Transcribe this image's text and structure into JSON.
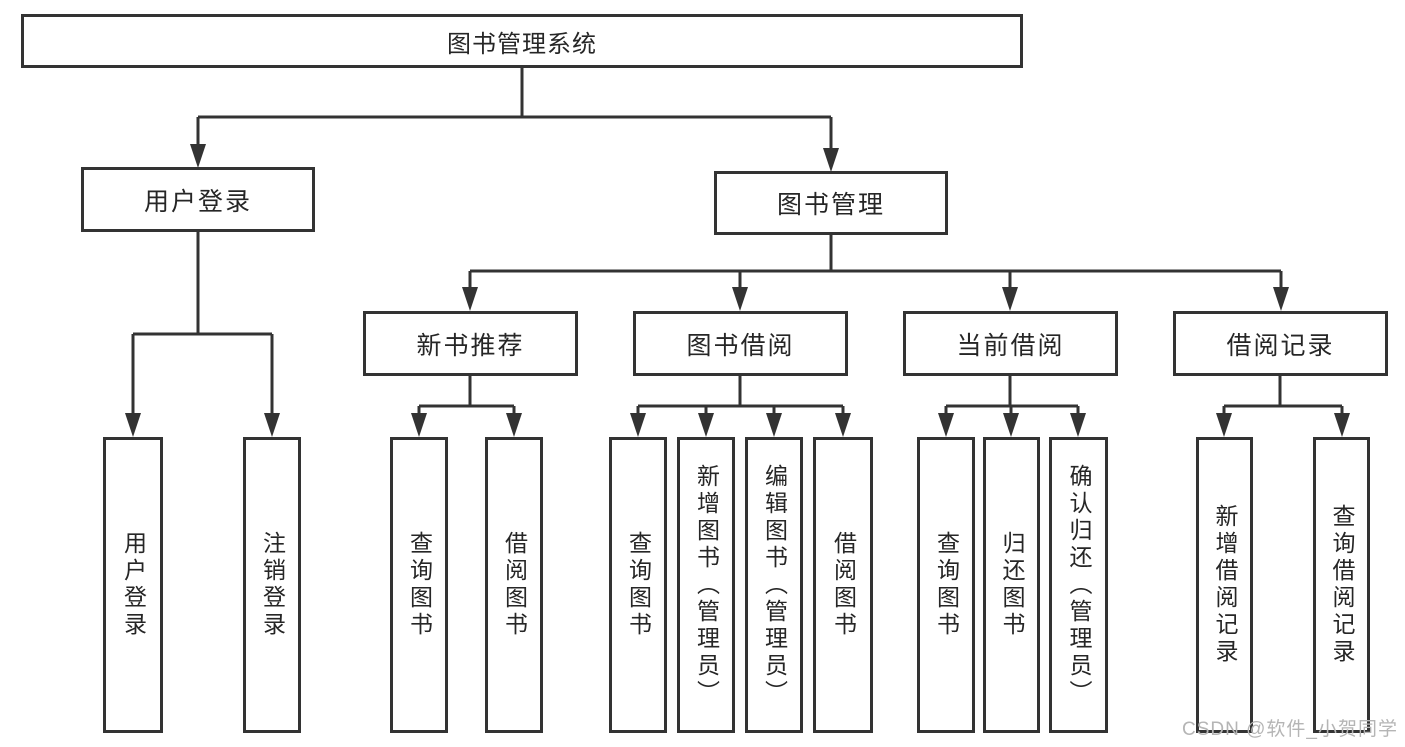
{
  "colors": {
    "line": "#333333",
    "border": "#333333",
    "text": "#262626",
    "watermark": "#b5b5b5",
    "background": "#ffffff"
  },
  "nodes": {
    "root": "图书管理系统",
    "level1": [
      "用户登录",
      "图书管理"
    ],
    "level2": [
      "新书推荐",
      "图书借阅",
      "当前借阅",
      "借阅记录"
    ],
    "leaves_user_login": [
      "用户登录",
      "注销登录"
    ],
    "leaves_new_books": [
      "查询图书",
      "借阅图书"
    ],
    "leaves_book_borrow": [
      "查询图书",
      "新增图书（管理员）",
      "编辑图书（管理员）",
      "借阅图书"
    ],
    "leaves_current_borrow": [
      "查询图书",
      "归还图书",
      "确认归还（管理员）"
    ],
    "leaves_borrow_records": [
      "新增借阅记录",
      "查询借阅记录"
    ]
  },
  "watermark": "CSDN @软件_小贺同学"
}
